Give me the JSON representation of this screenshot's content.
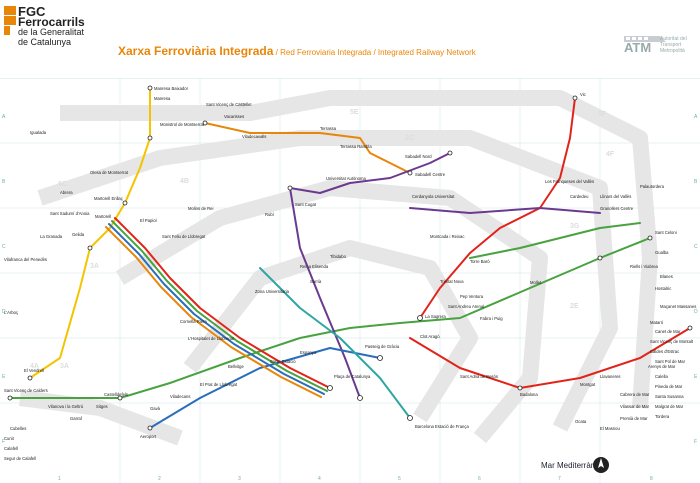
{
  "header": {
    "brand_short": "FGC",
    "brand_line1": "Ferrocarrils",
    "brand_line2": "de la Generalitat",
    "brand_line3": "de Catalunya",
    "title": "Xarxa Ferroviària Integrada",
    "subtitle": " / Red Ferroviaria Integrada / Integrated Railway Network",
    "atm": "ATM",
    "atm_small": "Autoritat del Transport Metropolità"
  },
  "footer": {
    "sea": "Mar Mediterrània"
  },
  "colors": {
    "orange": "#e8860a",
    "red": "#e2231a",
    "green": "#48a23f",
    "purple": "#6b3a8f",
    "blue": "#2a6ebb",
    "yellow": "#f5c400",
    "grey_zone": "#e5e5e5",
    "teal": "#2fa6a1"
  },
  "grid": {
    "columns": [
      "1",
      "2",
      "3",
      "4",
      "5",
      "6",
      "7",
      "8"
    ],
    "rows": [
      "A",
      "B",
      "C",
      "D",
      "E",
      "F"
    ]
  },
  "zones": [
    "6C",
    "5D",
    "5E",
    "5F",
    "4B",
    "2C",
    "1",
    "3A",
    "3B",
    "2A",
    "1"
  ],
  "stations": [
    {
      "name": "Manresa Baixador"
    },
    {
      "name": "Manresa"
    },
    {
      "name": "Sant Vicenç de Castellet"
    },
    {
      "name": "Monistrol de Montserrat"
    },
    {
      "name": "Vacarisses"
    },
    {
      "name": "Viladecavalls"
    },
    {
      "name": "Terrassa"
    },
    {
      "name": "Terrassa Rambla"
    },
    {
      "name": "Sabadell Nord"
    },
    {
      "name": "Sabadell Centre"
    },
    {
      "name": "Universitat Autònoma"
    },
    {
      "name": "Sant Cugat"
    },
    {
      "name": "Martorell Enllaç"
    },
    {
      "name": "Martorell"
    },
    {
      "name": "Igualada"
    },
    {
      "name": "Molins de Rei"
    },
    {
      "name": "Sant Feliu de Llobregat"
    },
    {
      "name": "Cornellà Riera"
    },
    {
      "name": "L'Hospitalet de Llobregat"
    },
    {
      "name": "Aeroport"
    },
    {
      "name": "Castelldefels"
    },
    {
      "name": "Sitges"
    },
    {
      "name": "Vilanova i la Geltrú"
    },
    {
      "name": "Sant Vicenç de Calders"
    },
    {
      "name": "Plaça de Catalunya"
    },
    {
      "name": "Passeig de Gràcia"
    },
    {
      "name": "Sants Estació"
    },
    {
      "name": "Barcelona Estació de França"
    },
    {
      "name": "La Sagrera"
    },
    {
      "name": "Clot Aragó"
    },
    {
      "name": "Sant Adrià de Besòs"
    },
    {
      "name": "Badalona"
    },
    {
      "name": "Montgat"
    },
    {
      "name": "Mataró"
    },
    {
      "name": "Granollers Centre"
    },
    {
      "name": "Mollet"
    },
    {
      "name": "Montcada i Reixac"
    },
    {
      "name": "Vic"
    },
    {
      "name": "Sant Celoni"
    },
    {
      "name": "Blanes"
    },
    {
      "name": "Cerdanyola Universitat"
    },
    {
      "name": "Tibidabo"
    },
    {
      "name": "Reina Elisenda"
    },
    {
      "name": "Sarrià"
    },
    {
      "name": "Zona Universitària"
    },
    {
      "name": "Trinitat Nova"
    },
    {
      "name": "Pep Ventura"
    },
    {
      "name": "Maçanet Massanes"
    },
    {
      "name": "Olesa de Montserrat"
    },
    {
      "name": "Abrera"
    },
    {
      "name": "El Papiol"
    },
    {
      "name": "Rubí"
    },
    {
      "name": "Cubelles"
    },
    {
      "name": "Gelida"
    },
    {
      "name": "Vilafranca del Penedès"
    },
    {
      "name": "La Granada"
    },
    {
      "name": "Sant Sadurní d'Anoia"
    },
    {
      "name": "Cunit"
    },
    {
      "name": "Calafell"
    },
    {
      "name": "Segur de Calafell"
    },
    {
      "name": "El Vendrell"
    },
    {
      "name": "L'Arboç"
    },
    {
      "name": "Garraf"
    },
    {
      "name": "Gavà"
    },
    {
      "name": "Viladecans"
    },
    {
      "name": "El Prat de Llobregat"
    },
    {
      "name": "Bellvitge"
    },
    {
      "name": "Espanya"
    },
    {
      "name": "Fabra i Puig"
    },
    {
      "name": "Sant Andreu Arenal"
    },
    {
      "name": "Torre Baró"
    },
    {
      "name": "Les Franqueses del Vallès"
    },
    {
      "name": "Cardedeu"
    },
    {
      "name": "Llinars del Vallès"
    },
    {
      "name": "Palautordera"
    },
    {
      "name": "Gualba"
    },
    {
      "name": "Riells i Viabrea"
    },
    {
      "name": "Hostalric"
    },
    {
      "name": "Arenys de Mar"
    },
    {
      "name": "Caldes d'Estrac"
    },
    {
      "name": "Sant Vicenç de Montalt"
    },
    {
      "name": "Llavaneres"
    },
    {
      "name": "Cabrera de Mar"
    },
    {
      "name": "Vilassar de Mar"
    },
    {
      "name": "Premià de Mar"
    },
    {
      "name": "El Masnou"
    },
    {
      "name": "Ocata"
    },
    {
      "name": "Canet de Mar"
    },
    {
      "name": "Sant Pol de Mar"
    },
    {
      "name": "Calella"
    },
    {
      "name": "Pineda de Mar"
    },
    {
      "name": "Santa Susanna"
    },
    {
      "name": "Malgrat de Mar"
    },
    {
      "name": "Tordera"
    }
  ]
}
